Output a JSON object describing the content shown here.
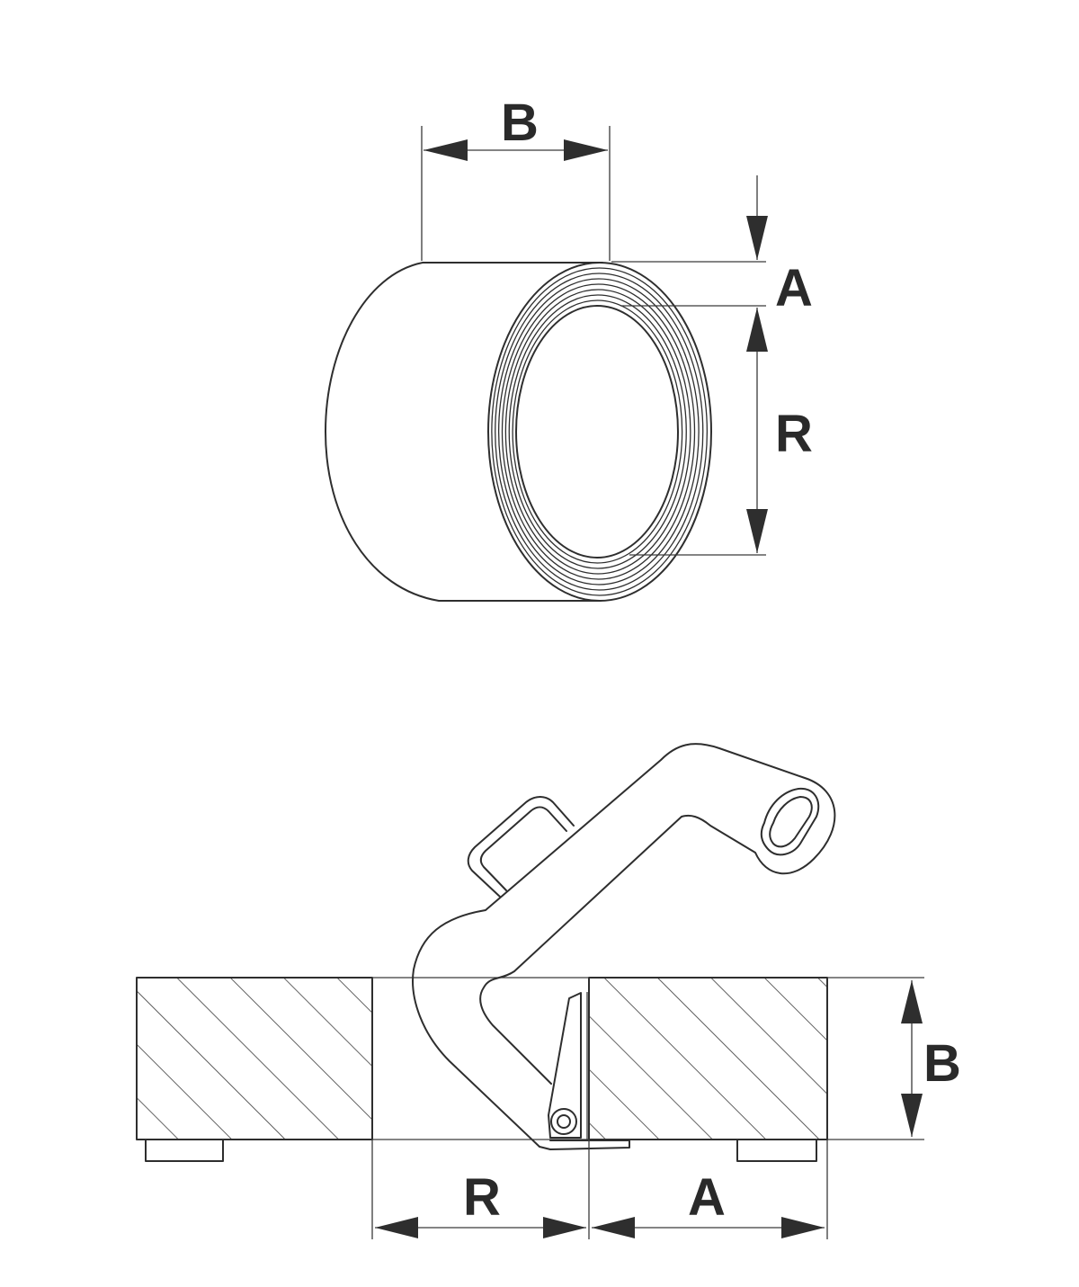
{
  "coil_view": {
    "labels": {
      "width": "B",
      "thickness": "A",
      "inner": "R"
    }
  },
  "clamp_view": {
    "labels": {
      "height": "B",
      "inner": "R",
      "thickness": "A"
    }
  },
  "colors": {
    "line": "#2e2e2e",
    "background": "#ffffff"
  }
}
